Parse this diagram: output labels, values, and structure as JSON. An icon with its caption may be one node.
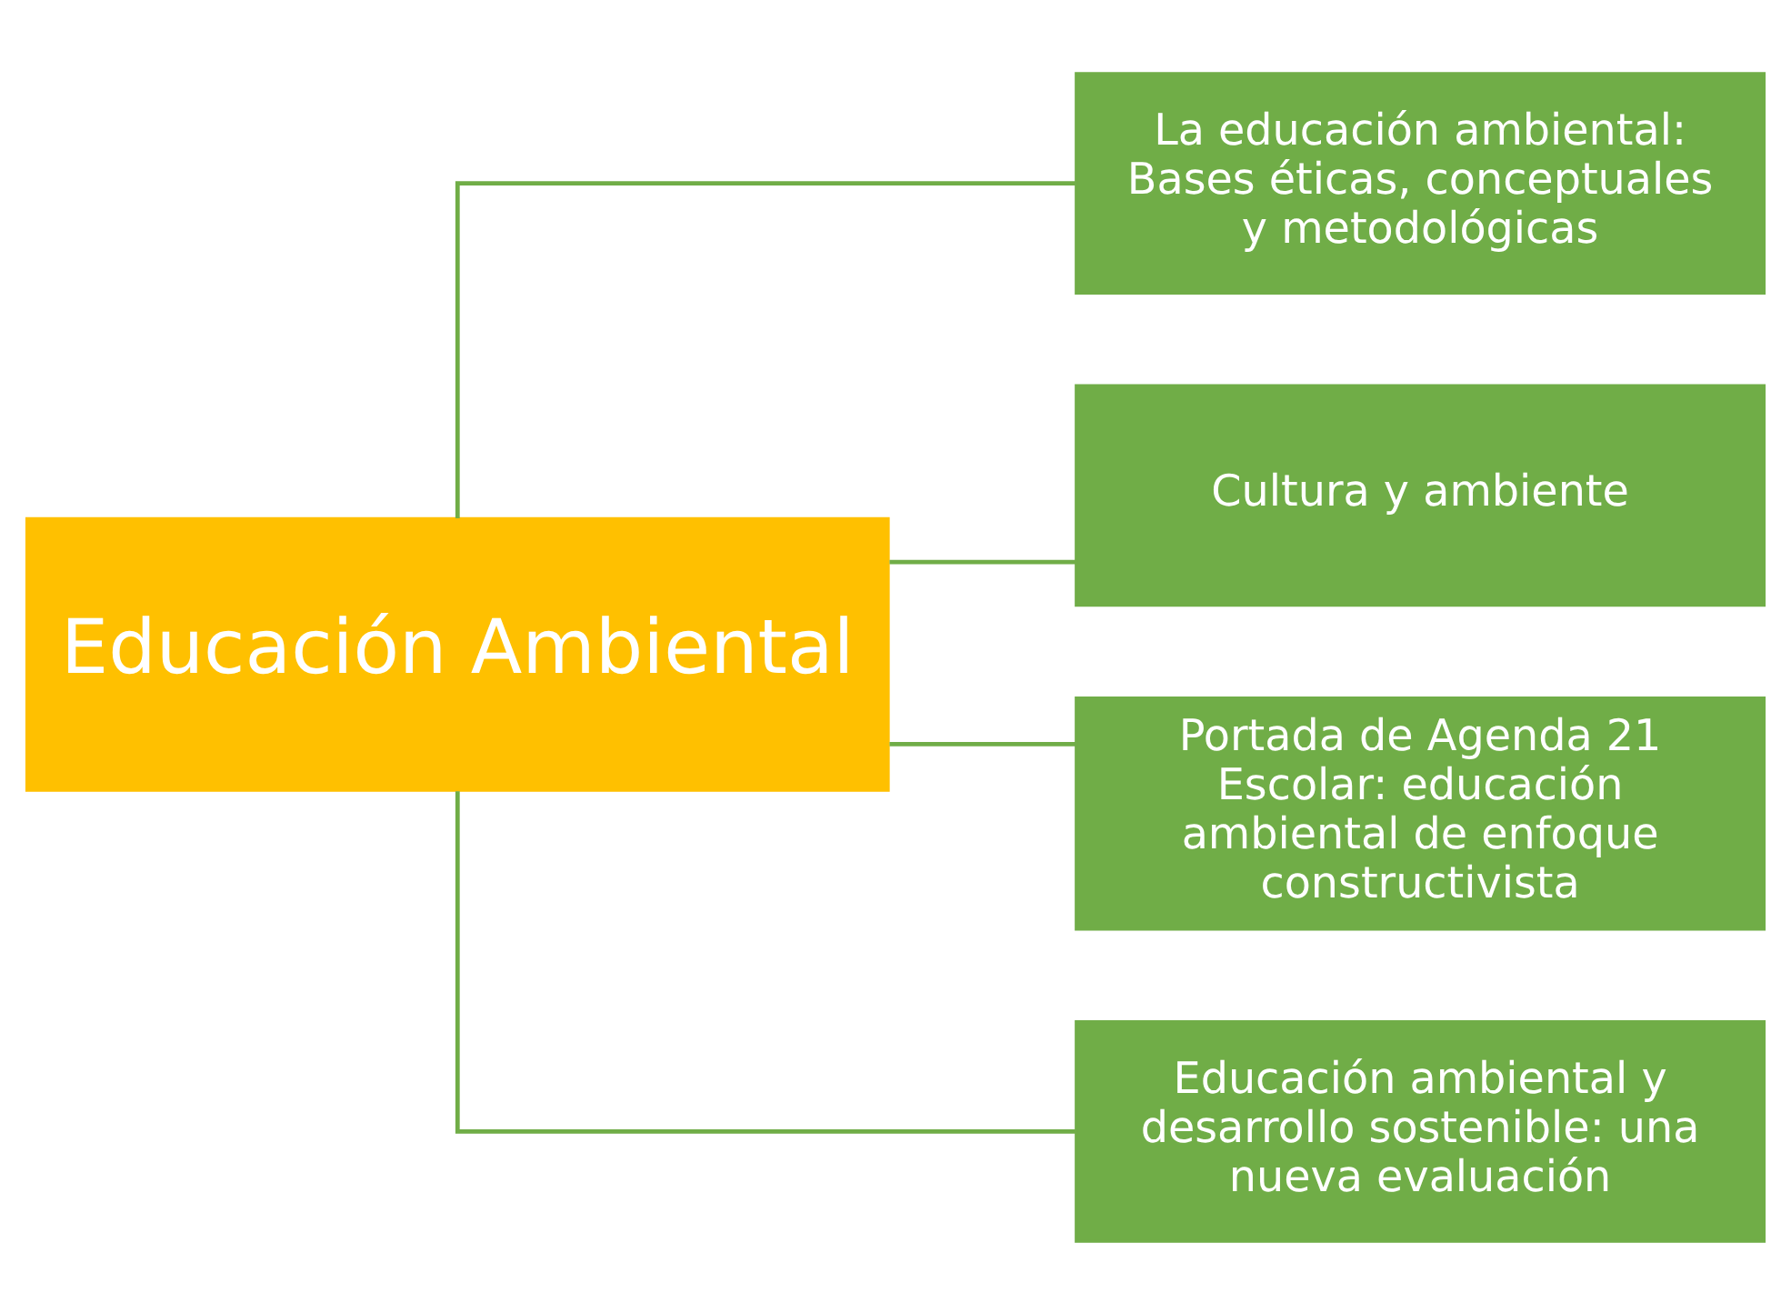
{
  "diagram": {
    "nodes": [
      {
        "text": [
          "Educación Ambiental"
        ]
      },
      {
        "text": [
          "La educación ambiental: Bases éticas, conceptuales y metodológicas"
        ]
      },
      {
        "text": [
          "Cultura y ambiente"
        ]
      },
      {
        "text": [
          "Portada de Agenda 21 Escolar: educación ambiental de enfoque constructivista"
        ]
      },
      {
        "text": [
          "Educación ambiental y desarrollo sostenible: una nueva evaluación"
        ]
      }
    ],
    "edges": [
      {
        "from": 0,
        "to": 1,
        "arrow": "none"
      },
      {
        "from": 0,
        "to": 2,
        "arrow": "none"
      },
      {
        "from": 0,
        "to": 3,
        "arrow": "none"
      },
      {
        "from": 0,
        "to": 4,
        "arrow": "none"
      }
    ]
  }
}
